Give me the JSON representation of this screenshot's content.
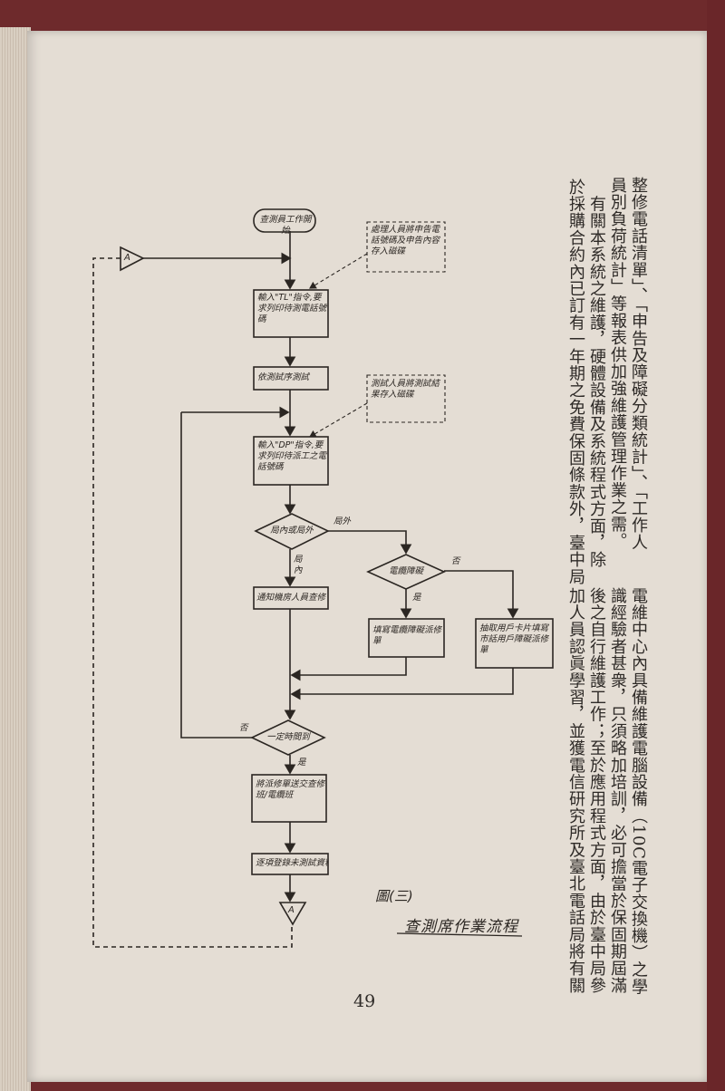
{
  "flowchart": {
    "start": "查測員工作開始",
    "note_store_complaint": "處理人員將申告電話號碼及申告內容存入磁碟",
    "step_tl": "輸入\"TL\"指令,要求列印待測電話號碼",
    "step_test": "依測試序測試",
    "note_store_result": "測試人員將測試結果存入磁碟",
    "step_dp": "輸入\"DP\"指令,要求列印待派工之電話號碼",
    "decision_in_out": "局內或局外",
    "label_out": "局外",
    "label_in": "局內",
    "decision_cable": "電纜障礙",
    "label_cable_no": "否",
    "label_cable_yes": "是",
    "step_notify": "通知機房人員查修",
    "step_cable_order": "填寫電纜障礙派修單",
    "step_user_order": "抽取用戶卡片填寫市話用戶障礙派修單",
    "decision_time": "一定時間到",
    "label_time_no": "否",
    "label_time_yes": "是",
    "step_send": "將派修單送交查修班/電纜班",
    "step_record": "逐項登錄未測試資料",
    "connector": "A"
  },
  "caption": {
    "figure": "圖(三)",
    "title": "查測席作業流程"
  },
  "text_columns_top": [
    "整修電話清單」、「申告及障礙分類統計」、「工作人",
    "員別負荷統計」等報表供加強維護管理作業之需。",
    "　有關本系統之維護，硬體設備及系統程式方面，除",
    "於採購合約內已訂有一年期之免費保固條款外，臺中局"
  ],
  "text_columns_bottom": [
    "電維中心內具備維護電腦設備（10C電子交換機）之學",
    "識經驗者甚衆，只須略加培訓，必可擔當於保固期屆滿",
    "後之自行維護工作；至於應用程式方面，由於臺中局參",
    "加人員認眞學習，並獲電信研究所及臺北電話局將有關"
  ],
  "page_number": "49"
}
